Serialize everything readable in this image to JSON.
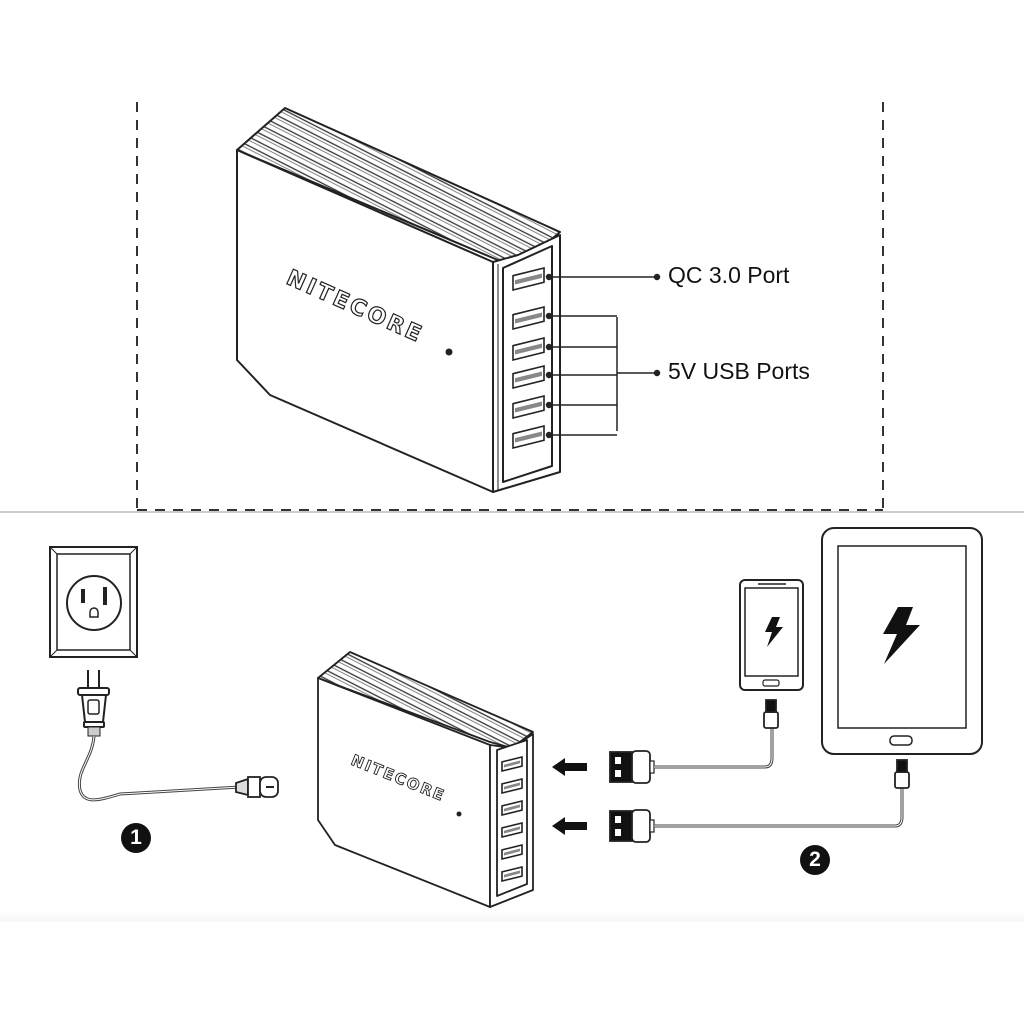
{
  "diagram": {
    "title": "Nitecore USB charger port layout and connection steps",
    "brand_label": "NITECORE",
    "callouts": {
      "qc_port": "QC 3.0 Port",
      "usb_ports": "5V USB Ports"
    },
    "ports": {
      "total": 6,
      "qc_count": 1,
      "usb_5v_count": 5
    },
    "steps": [
      {
        "number": "1",
        "description": "Plug power cord into wall outlet and charger"
      },
      {
        "number": "2",
        "description": "Connect devices via USB cables"
      }
    ],
    "devices": [
      {
        "name": "phone",
        "icon": "lightning-charge-icon"
      },
      {
        "name": "tablet",
        "icon": "lightning-charge-icon"
      }
    ],
    "colors": {
      "line": "#222222",
      "fill": "#ffffff",
      "accent": "#111111"
    }
  }
}
